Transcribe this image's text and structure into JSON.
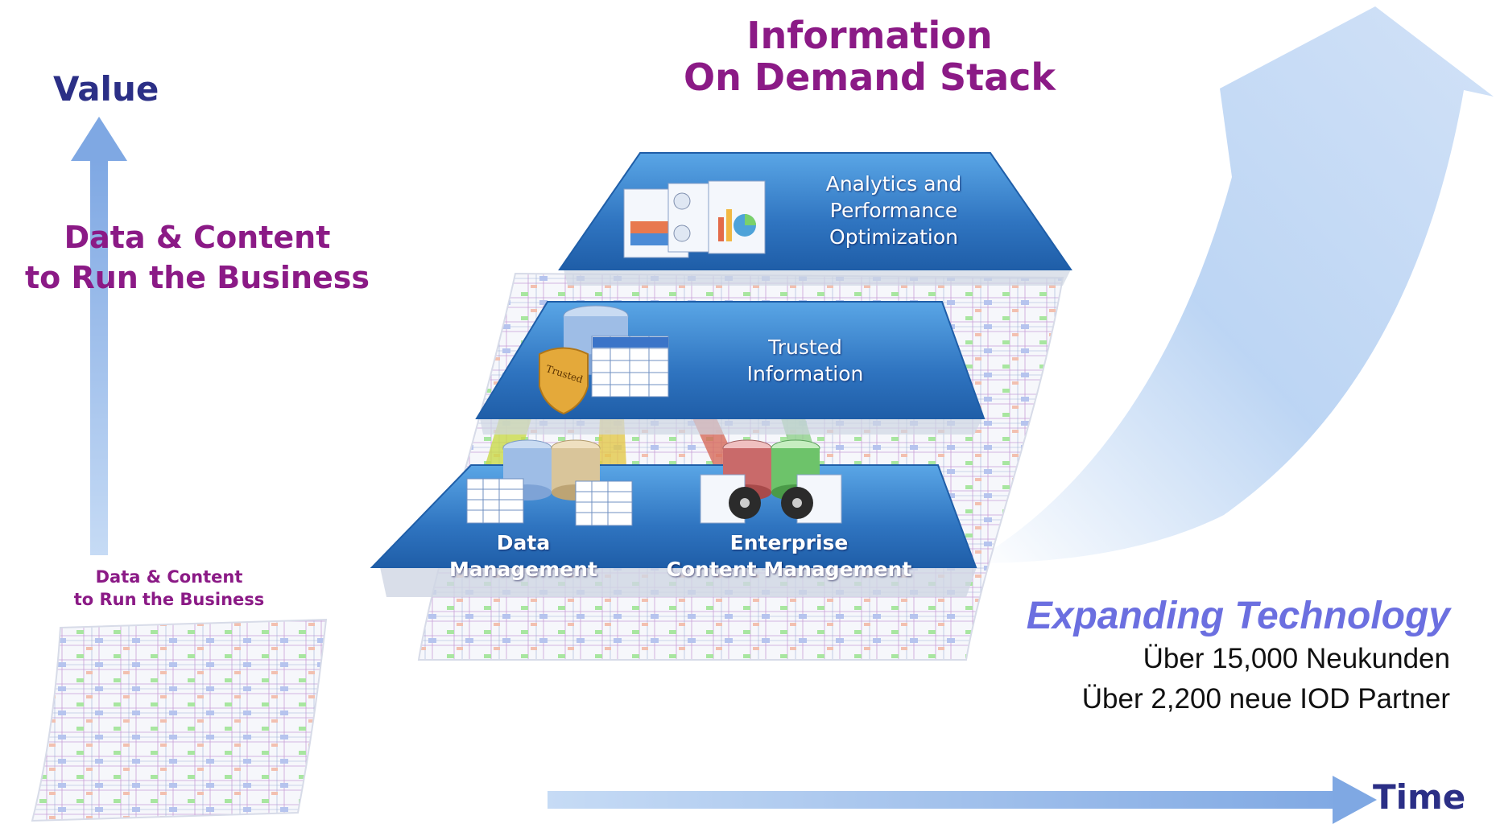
{
  "title_lines": [
    "Information",
    "On Demand Stack"
  ],
  "value_axis_label": "Value",
  "time_axis_label": "Time",
  "left_caption_large": [
    "Data & Content",
    "to Run the Business"
  ],
  "left_caption_small": [
    "Data & Content",
    "to Run the Business"
  ],
  "stack_layers": {
    "top": [
      "Analytics and",
      "Performance",
      "Optimization"
    ],
    "middle": [
      "Trusted",
      "Information"
    ],
    "bottom_left": [
      "Data",
      "Management"
    ],
    "bottom_right": [
      "Enterprise",
      "Content Management"
    ]
  },
  "trusted_badge": "Trusted",
  "expanding": {
    "title": "Expanding Technology",
    "line1": "Über 15,000 Neukunden",
    "line2": "Über 2,200 neue IOD Partner"
  },
  "colors": {
    "purple": "#8b1a86",
    "navy": "#2b2f86",
    "layer_blue": "#3f86cc",
    "arrow_blue": "#9ec1ec",
    "expanding_blue": "#6b6fe0"
  }
}
